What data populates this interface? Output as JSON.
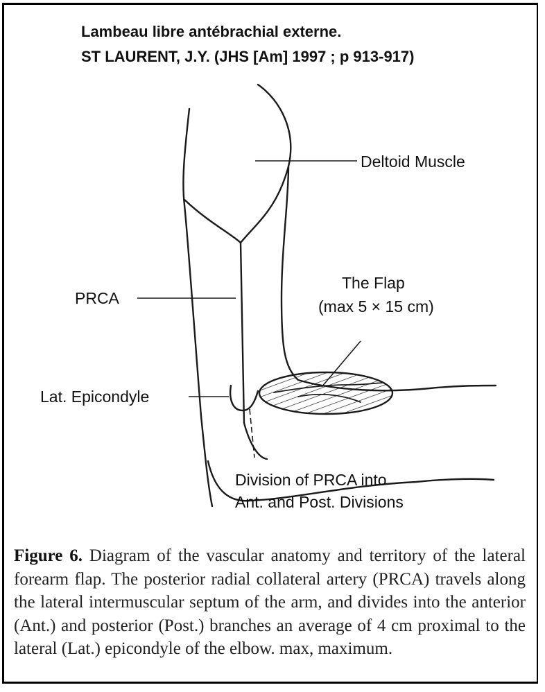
{
  "header": {
    "title": "Lambeau libre antébrachial externe.",
    "reference": "ST LAURENT, J.Y. (JHS [Am] 1997 ; p 913-917)"
  },
  "labels": {
    "deltoid": "Deltoid Muscle",
    "flap_title": "The Flap",
    "flap_size": "(max 5 × 15 cm)",
    "prca": "PRCA",
    "epicondyle": "Lat. Epicondyle",
    "division_line1": "Division of PRCA into",
    "division_line2": "Ant. and Post. Divisions"
  },
  "caption": {
    "figure_label": "Figure 6.",
    "text": "Diagram of the vascular anatomy and territory of the lateral forearm flap. The posterior radial collateral artery (PRCA) travels along the lateral intermuscular septum of the arm, and divides into the anterior (Ant.) and posterior (Post.) branches an average of 4 cm proximal to the lateral (Lat.) epicondyle of the elbow. max, maximum."
  }
}
